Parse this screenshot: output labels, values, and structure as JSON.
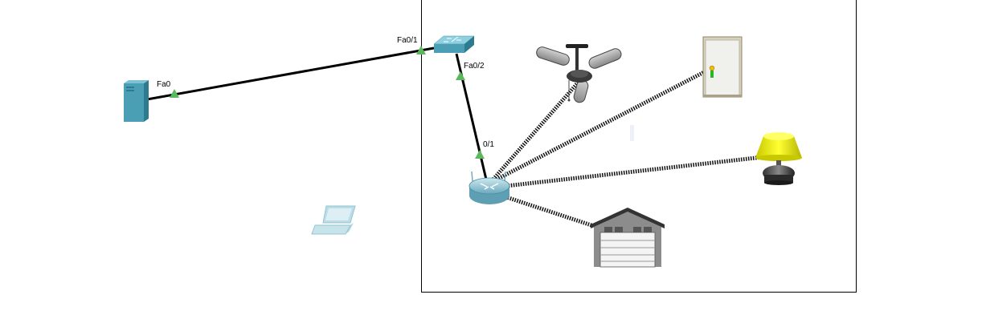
{
  "devices": [
    {
      "id": "server",
      "icon": "server-icon"
    },
    {
      "id": "switch",
      "icon": "switch-icon"
    },
    {
      "id": "home-gateway",
      "icon": "wireless-router-icon"
    },
    {
      "id": "laptop",
      "icon": "laptop-icon"
    },
    {
      "id": "ceiling-fan",
      "icon": "ceiling-fan-icon"
    },
    {
      "id": "door",
      "icon": "door-icon"
    },
    {
      "id": "lamp",
      "icon": "lamp-icon"
    },
    {
      "id": "garage-door",
      "icon": "garage-door-icon"
    }
  ],
  "links": {
    "server_switch": {
      "type": "wired",
      "a_label": "Fa0",
      "b_label": "Fa0/1"
    },
    "switch_router": {
      "type": "wired",
      "a_label": "Fa0/2",
      "b_label": "0/1"
    },
    "wireless": [
      {
        "to": "ceiling-fan",
        "type": "wireless"
      },
      {
        "to": "door",
        "type": "wireless"
      },
      {
        "to": "lamp",
        "type": "wireless"
      },
      {
        "to": "garage-door",
        "type": "wireless"
      }
    ]
  },
  "colors": {
    "device_teal": "#4a9fb5",
    "link_up": "#5cb85c",
    "wire": "#000000"
  }
}
